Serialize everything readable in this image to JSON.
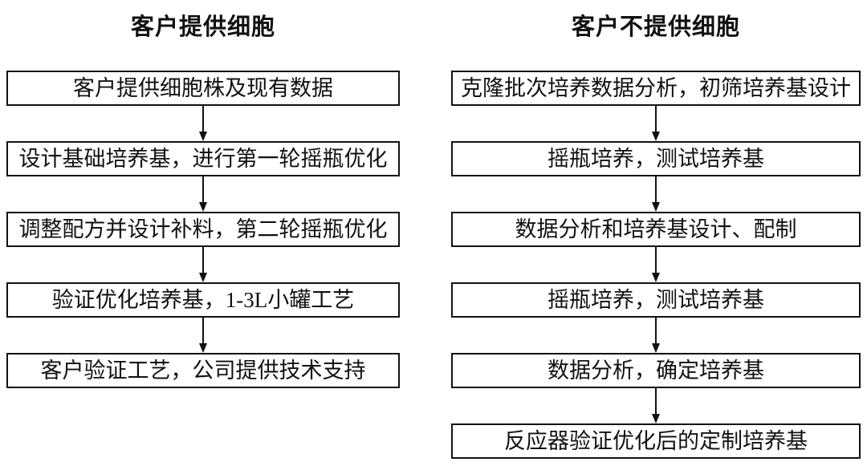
{
  "left": {
    "title": "客户提供细胞",
    "boxes": [
      "客户提供细胞株及现有数据",
      "设计基础培养基，进行第一轮摇瓶优化",
      "调整配方并设计补料，第二轮摇瓶优化",
      "验证优化培养基，1-3L小罐工艺",
      "客户验证工艺，公司提供技术支持"
    ]
  },
  "right": {
    "title": "客户不提供细胞",
    "boxes": [
      "克隆批次培养数据分析，初筛培养基设计",
      "摇瓶培养，测试培养基",
      "数据分析和培养基设计、配制",
      "摇瓶培养，测试培养基",
      "数据分析，确定培养基",
      "反应器验证优化后的定制培养基"
    ]
  },
  "colors": {
    "background": "#ffffff",
    "box_border": "#111111",
    "text": "#111111",
    "arrow": "#111111"
  }
}
